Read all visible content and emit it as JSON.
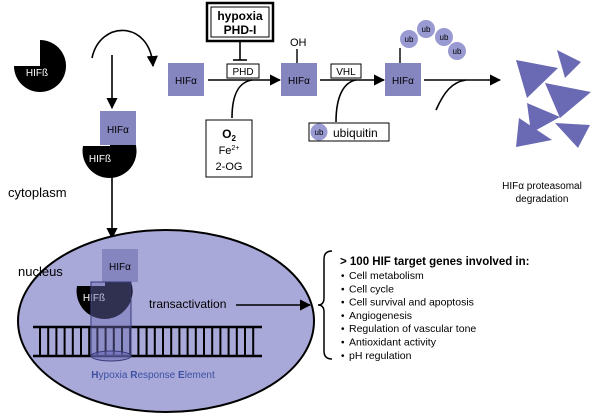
{
  "hif_beta": "HIFß",
  "hif_alpha": "HIFα",
  "hypoxia": "hypoxia",
  "phd_i": "PHD-I",
  "phd": "PHD",
  "vhl": "VHL",
  "oh": "OH",
  "ub": "ub",
  "ubiquitin": "ubiquitin",
  "cofactors": {
    "o": "O",
    "o_sub": "2",
    "fe": "Fe",
    "fe_sup": "2+",
    "og": "2-OG"
  },
  "degradation_line1": "HIFα proteasomal",
  "degradation_line2": "degradation",
  "cytoplasm": "cytoplasm",
  "nucleus": "nucleus",
  "transactivation": "transactivation",
  "hre": {
    "h": "H",
    "h_rest": "ypoxia ",
    "r": "R",
    "r_rest": "esponse ",
    "e": "E",
    "e_rest": "lement"
  },
  "targets_title": "> 100 HIF target genes involved in:",
  "targets": [
    "Cell metabolism",
    "Cell cycle",
    "Cell survival and apoptosis",
    "Angiogenesis",
    "Regulation of vascular tone",
    "Antioxidant activity",
    "pH regulation"
  ],
  "colors": {
    "hif_alpha": "#8585c0",
    "ub": "#9a9ad2",
    "nucleus": "#a9a9d9",
    "triangle": "#6a6ab4",
    "hre_text": "#3d4fa0"
  }
}
